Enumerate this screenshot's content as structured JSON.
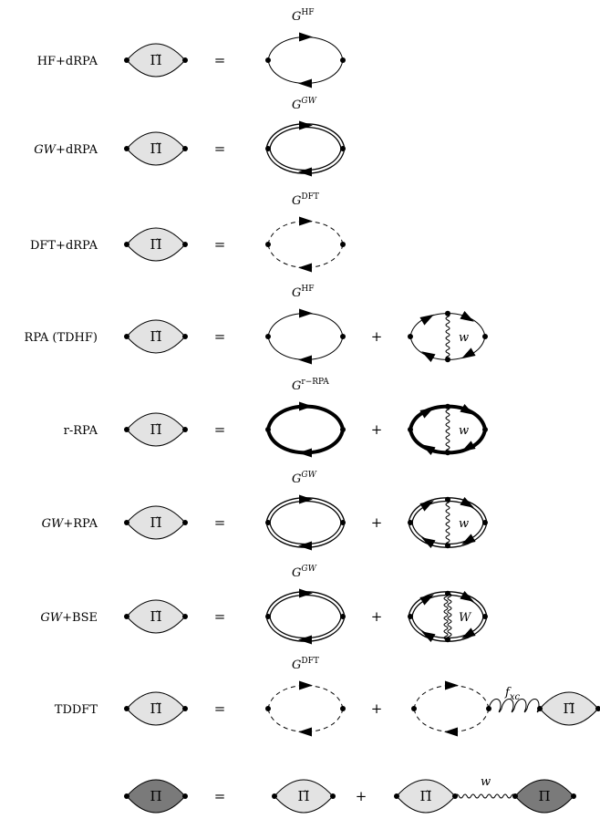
{
  "rows": [
    {
      "name": "HF+dRPA",
      "name_italic_prefix": "",
      "name_rest": "HF+dRPA",
      "propagator": "G",
      "propagator_sup": "HF",
      "line_style": "single",
      "second_diagram": "none",
      "interaction_label": ""
    },
    {
      "name": "GW+dRPA",
      "name_italic_prefix": "GW",
      "name_rest": "+dRPA",
      "propagator": "G",
      "propagator_sup": "GW",
      "line_style": "double",
      "second_diagram": "none",
      "interaction_label": ""
    },
    {
      "name": "DFT+dRPA",
      "name_italic_prefix": "",
      "name_rest": "DFT+dRPA",
      "propagator": "G",
      "propagator_sup": "DFT",
      "line_style": "dashed",
      "second_diagram": "none",
      "interaction_label": ""
    },
    {
      "name": "RPA (TDHF)",
      "name_italic_prefix": "",
      "name_rest": "RPA (TDHF)",
      "propagator": "G",
      "propagator_sup": "HF",
      "line_style": "single",
      "second_diagram": "exchange",
      "interaction_label": "w"
    },
    {
      "name": "r-RPA",
      "name_italic_prefix": "",
      "name_rest": "r-RPA",
      "propagator": "G",
      "propagator_sup": "r−RPA",
      "line_style": "thick",
      "second_diagram": "exchange",
      "interaction_label": "w"
    },
    {
      "name": "GW+RPA",
      "name_italic_prefix": "GW",
      "name_rest": "+RPA",
      "propagator": "G",
      "propagator_sup": "GW",
      "line_style": "double",
      "second_diagram": "exchange",
      "interaction_label": "w"
    },
    {
      "name": "GW+BSE",
      "name_italic_prefix": "GW",
      "name_rest": "+BSE",
      "propagator": "G",
      "propagator_sup": "GW",
      "line_style": "double",
      "second_diagram": "exchange-screened",
      "interaction_label": "W"
    },
    {
      "name": "TDDFT",
      "name_italic_prefix": "",
      "name_rest": "TDDFT",
      "propagator": "G",
      "propagator_sup": "DFT",
      "line_style": "dashed",
      "second_diagram": "kernel",
      "interaction_label": "f",
      "interaction_sub": "xc"
    }
  ],
  "bottom_equation": {
    "lhs_symbol": "Π",
    "rhs1_symbol": "Π̃",
    "interaction_label": "w",
    "rhs2_left_symbol": "Π̃",
    "rhs2_right_symbol": "Π"
  },
  "symbols": {
    "irreducible": "Π̃",
    "equals": "=",
    "plus": "+"
  },
  "colors": {
    "irreducible_fill": "#e3e3e3",
    "reducible_fill": "#7a7a7a",
    "stroke": "#000000"
  }
}
